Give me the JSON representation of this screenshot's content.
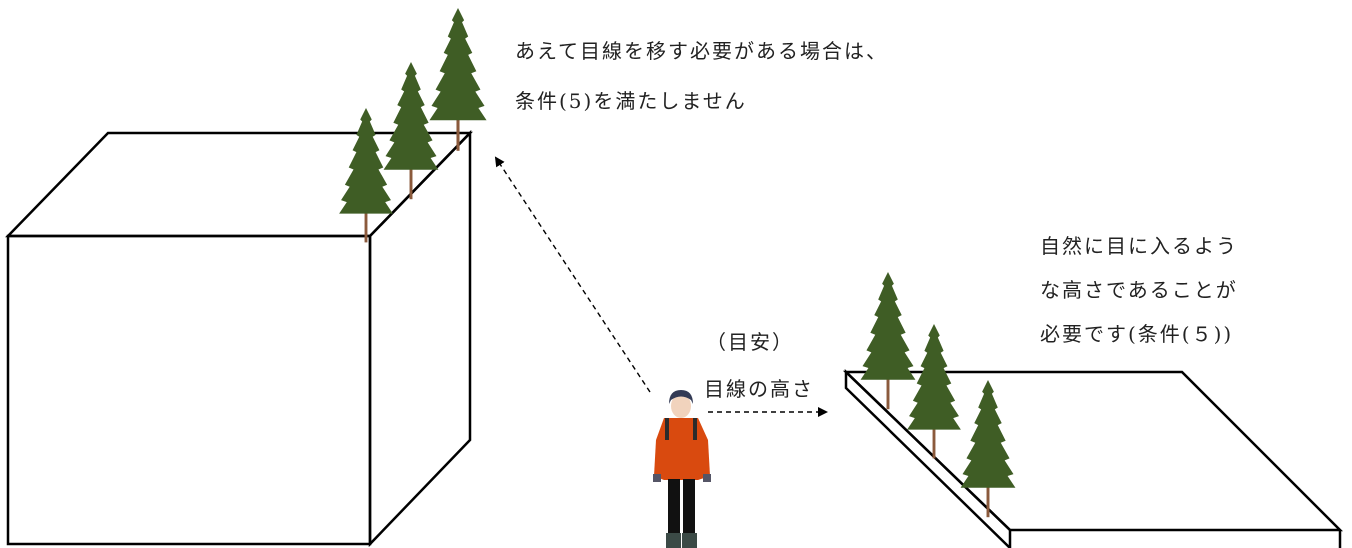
{
  "notes": {
    "tall_building_line1": "あえて目線を移す必要がある場合は、",
    "tall_building_line2": "条件(5)を満たしません",
    "low_ground_line1": "自然に目に入るよう",
    "low_ground_line2": "な高さであることが",
    "low_ground_line3": "必要です(条件(５))",
    "eye_level_line1": "（目安）",
    "eye_level_line2": "目線の高さ"
  },
  "colors": {
    "tree_foliage": "#3f5d25",
    "tree_trunk": "#8b5a3c",
    "jacket": "#d94a0f",
    "outline": "#000000"
  }
}
